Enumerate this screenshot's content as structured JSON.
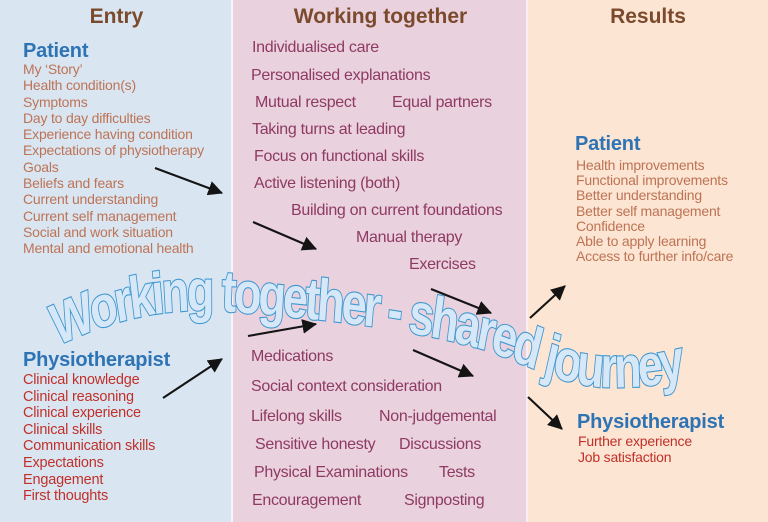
{
  "colors": {
    "bg-entry": "#d9e6f2",
    "bg-working": "#e9d1dd",
    "bg-results": "#fce5d2",
    "title-brown": "#7b4a2d",
    "heading-blue": "#2e74b5",
    "patient-text": "#bd7355",
    "physio-text": "#c1302a",
    "working-text": "#8e3a62",
    "wordart-fill": "#d6e8f7",
    "wordart-stroke": "#3f97d0",
    "arrow": "#141414"
  },
  "entry": {
    "title": "Entry",
    "patient_heading": "Patient",
    "patient_items": [
      "My ‘Story’",
      "Health condition(s)",
      "Symptoms",
      "Day to day difficulties",
      "Experience having condition",
      "Expectations of physiotherapy",
      "Goals",
      "Beliefs and fears",
      "Current understanding",
      "Current self management",
      "Social and work situation",
      "Mental and emotional health"
    ],
    "physio_heading": "Physiotherapist",
    "physio_items": [
      "Clinical knowledge",
      "Clinical reasoning",
      "Clinical experience",
      "Clinical skills",
      "Communication skills",
      "Expectations",
      "Engagement",
      "First thoughts"
    ]
  },
  "working": {
    "title": "Working together",
    "items": [
      "Individualised care",
      "Personalised explanations",
      "Mutual respect",
      "Equal partners",
      "Taking turns at leading",
      "Focus on functional skills",
      "Active listening (both)",
      "Building on current foundations",
      "Manual therapy",
      "Exercises",
      "Medications",
      "Social context consideration",
      "Lifelong skills",
      "Non-judgemental",
      "Sensitive honesty",
      "Discussions",
      "Physical Examinations",
      "Tests",
      "Encouragement",
      "Signposting"
    ]
  },
  "results": {
    "title": "Results",
    "patient_heading": "Patient",
    "patient_items": [
      "Health improvements",
      "Functional improvements",
      "Better understanding",
      "Better self management",
      "Confidence",
      "Able to apply learning",
      "Access to further info/care"
    ],
    "physio_heading": "Physiotherapist",
    "physio_items": [
      "Further experience",
      "Job satisfaction"
    ]
  },
  "wordart": "Working together - shared journey"
}
